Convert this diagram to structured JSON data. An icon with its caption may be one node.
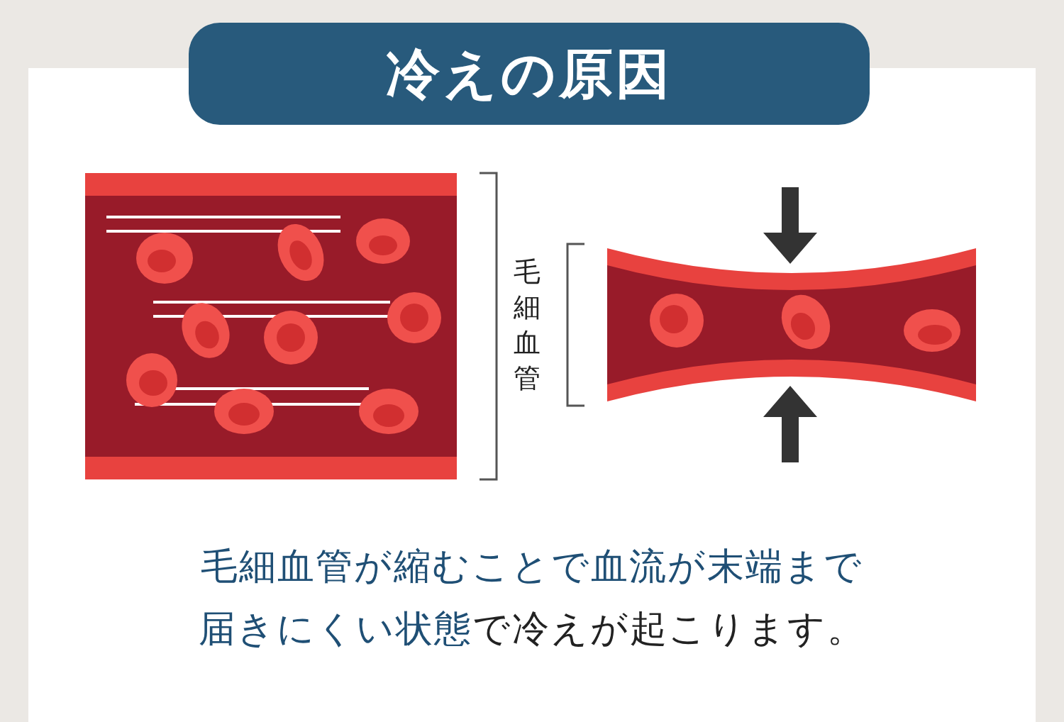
{
  "diagram": {
    "title": "冷えの原因",
    "caption": "**毛細血管が縮むことで血流が末端まで届きにくい状態**で冷えが起こります。",
    "labels": [
      "毛細血管"
    ]
  }
}
